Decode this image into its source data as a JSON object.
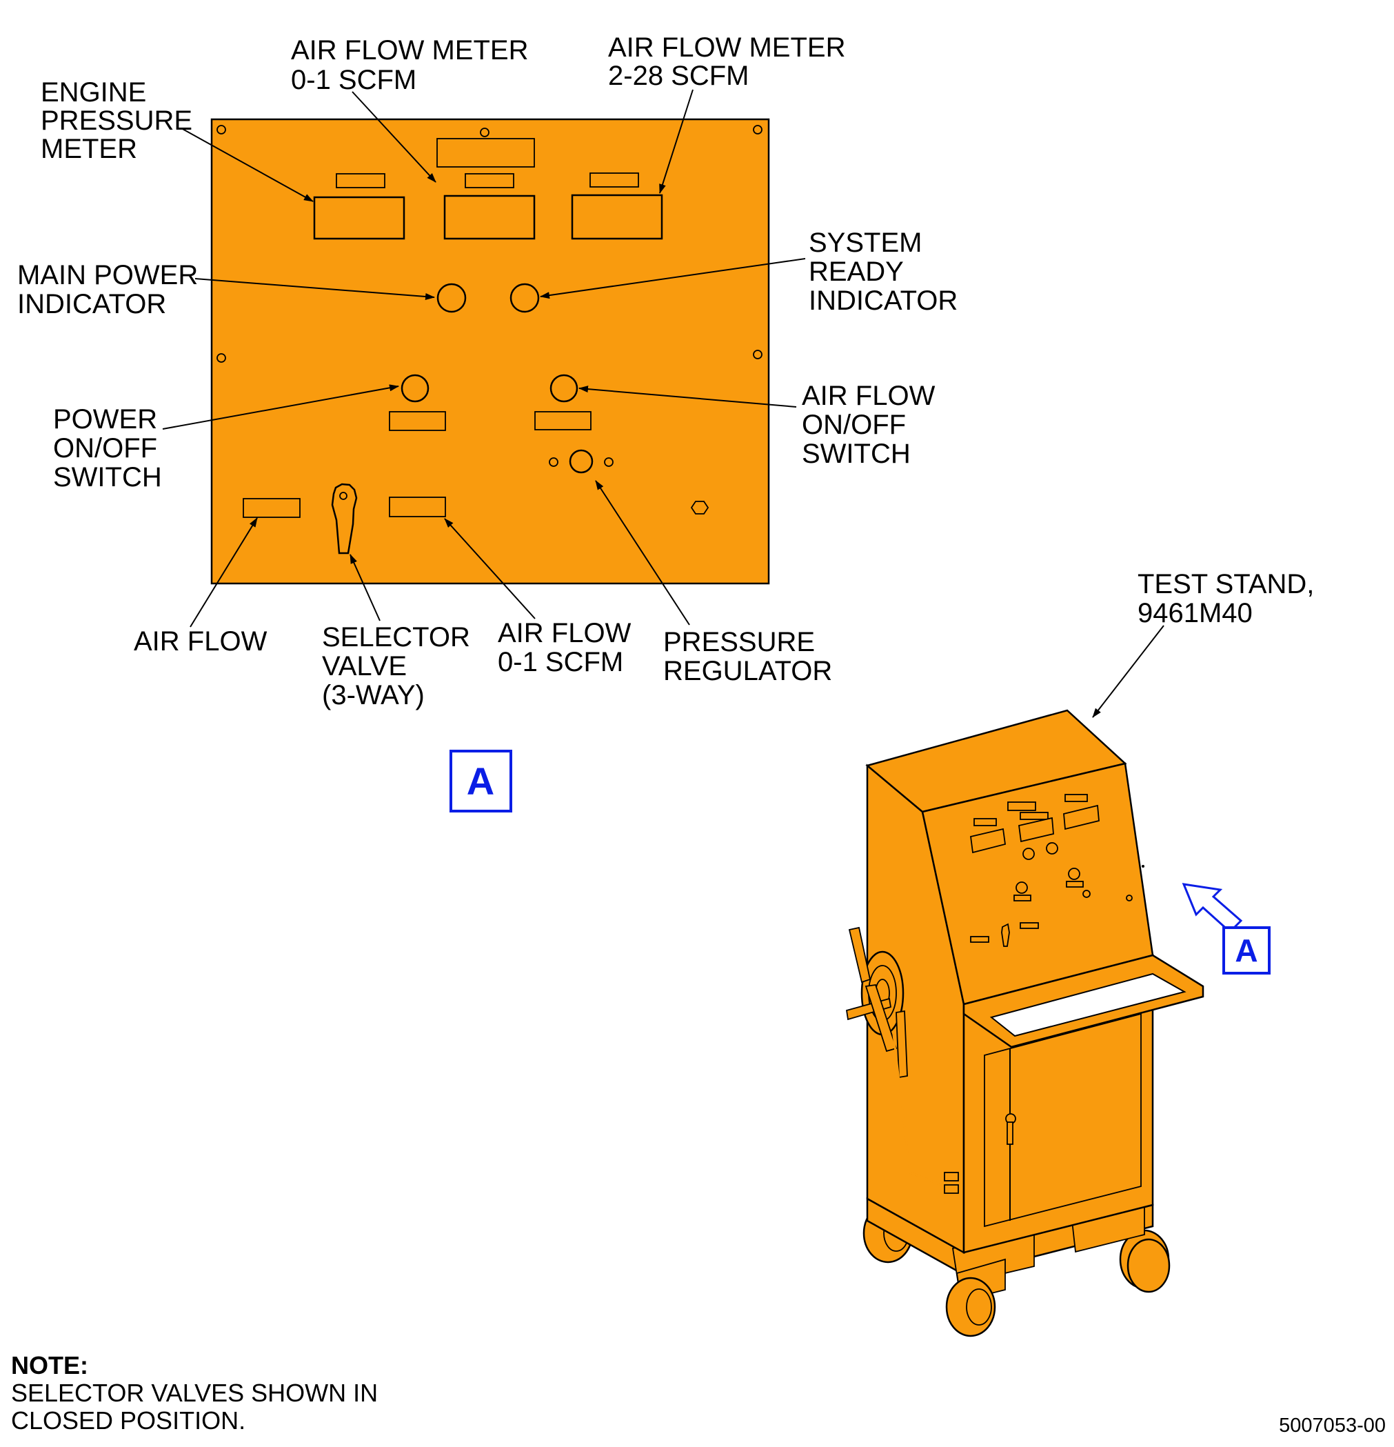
{
  "colors": {
    "panel": "#f99b0e",
    "callout": "#0a1ee6",
    "line": "#000000"
  },
  "labels": {
    "engine_pressure_meter": [
      "ENGINE",
      "PRESSURE",
      "METER"
    ],
    "air_flow_meter_low": [
      "AIR FLOW METER",
      "0-1 SCFM"
    ],
    "air_flow_meter_high": [
      "AIR FLOW METER",
      "2-28 SCFM"
    ],
    "main_power_indicator": [
      "MAIN POWER",
      "INDICATOR"
    ],
    "system_ready_indicator": [
      "SYSTEM",
      "READY",
      "INDICATOR"
    ],
    "power_switch": [
      "POWER",
      "ON/OFF",
      "SWITCH"
    ],
    "air_flow_switch": [
      "AIR FLOW",
      "ON/OFF",
      "SWITCH"
    ],
    "air_flow": [
      "AIR FLOW"
    ],
    "selector_valve": [
      "SELECTOR",
      "VALVE",
      "(3-WAY)"
    ],
    "air_flow_low": [
      "AIR FLOW",
      "0-1 SCFM"
    ],
    "pressure_regulator": [
      "PRESSURE",
      "REGULATOR"
    ],
    "test_stand": [
      "TEST STAND,",
      "9461M40"
    ]
  },
  "callouts": {
    "detail": "A",
    "view": "A"
  },
  "note": {
    "heading": "NOTE:",
    "lines": [
      "SELECTOR VALVES SHOWN IN",
      "CLOSED POSITION."
    ]
  },
  "figure_number": "5007053-00"
}
